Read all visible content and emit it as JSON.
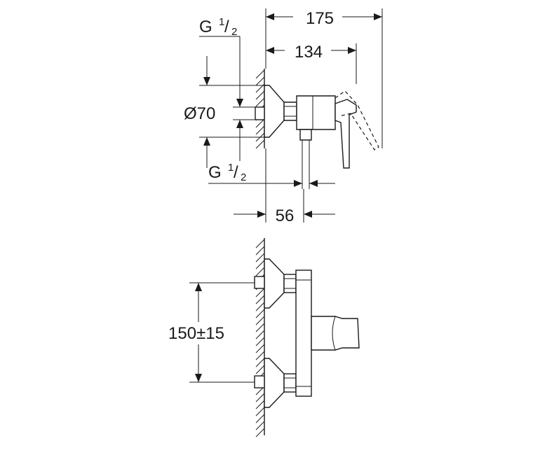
{
  "dimensions": {
    "overall_depth": "175",
    "body_depth": "134",
    "thread_top": {
      "base": "G",
      "num": "1",
      "den": "2"
    },
    "flange_diameter": "Ø70",
    "thread_bottom": {
      "base": "G",
      "num": "1",
      "den": "2"
    },
    "outlet_offset": "56",
    "center_distance": "150±15"
  },
  "colors": {
    "line": "#1a1a1a",
    "background": "#ffffff"
  }
}
